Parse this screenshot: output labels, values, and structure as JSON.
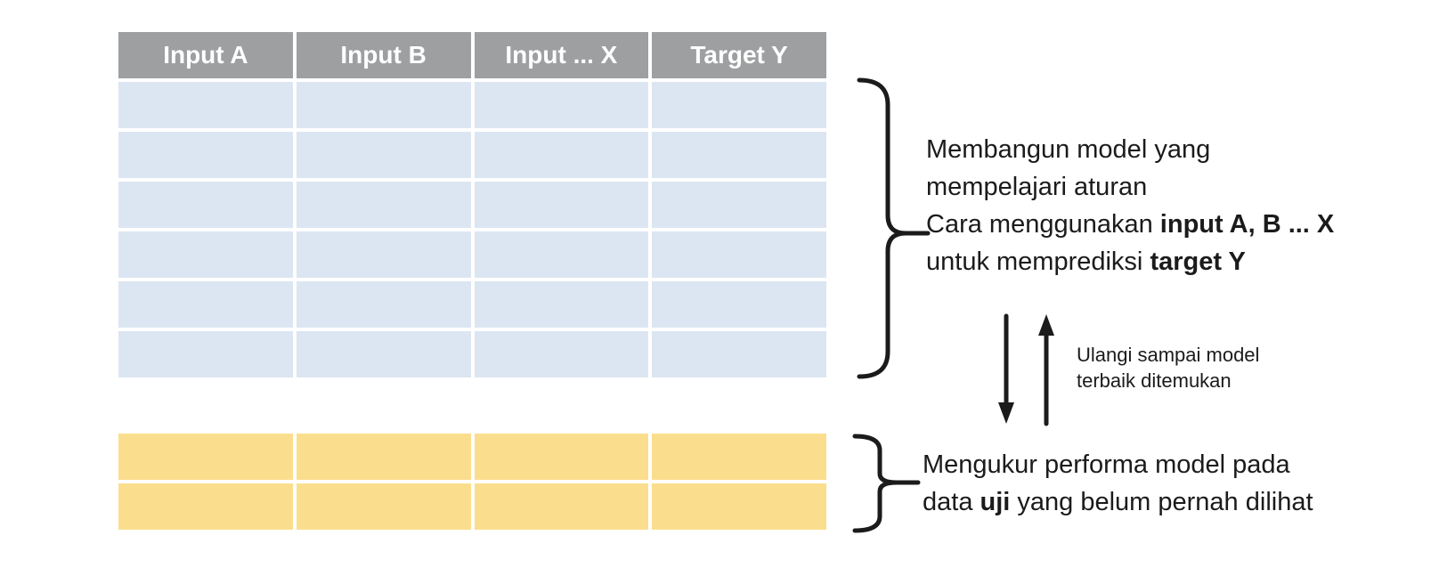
{
  "table": {
    "headers": [
      "Input A",
      "Input B",
      "Input ... X",
      "Target Y"
    ],
    "column_count": 4,
    "train_row_count": 6,
    "test_row_count": 2
  },
  "colors": {
    "header_bg": "#9d9fa1",
    "header_text": "#ffffff",
    "train_cell_bg": "#dce6f2",
    "test_cell_bg": "#fbde8d",
    "text": "#1b1b1b",
    "canvas_bg": "#ffffff"
  },
  "annotations": {
    "train_note": {
      "line1": "Membangun model yang",
      "line2": "mempelajari aturan",
      "line3_regular": "Cara menggunakan ",
      "line3_bold": "input A, B ... X",
      "line4_regular": "untuk memprediksi ",
      "line4_bold": "target Y"
    },
    "repeat_note": {
      "line1": "Ulangi sampai model",
      "line2": "terbaik ditemukan"
    },
    "test_note": {
      "line1": "Mengukur performa model pada",
      "line2_regular_before": "data ",
      "line2_bold": "uji",
      "line2_regular_after": " yang belum pernah dilihat"
    }
  }
}
